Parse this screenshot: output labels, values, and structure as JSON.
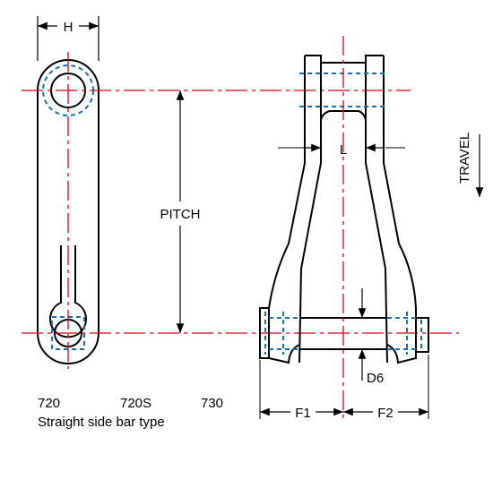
{
  "labels": {
    "h": "H",
    "pitch": "PITCH",
    "l": "L",
    "travel": "TRAVEL",
    "d6": "D6",
    "f1": "F1",
    "f2": "F2"
  },
  "caption": {
    "models": [
      "720",
      "720S",
      "730"
    ],
    "type_text": "Straight side bar type"
  },
  "colors": {
    "outline": "#000000",
    "centerline": "#e0001b",
    "hidden": "#1a6fb5"
  }
}
